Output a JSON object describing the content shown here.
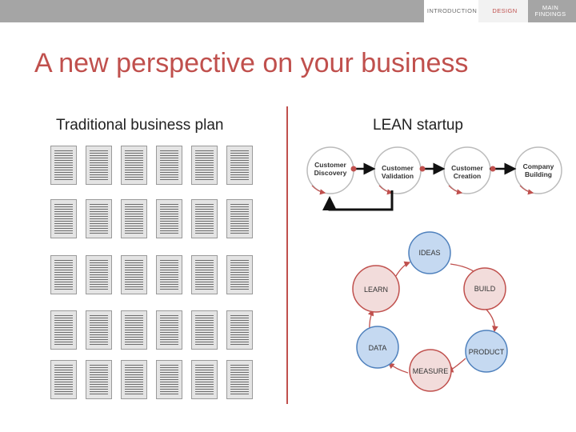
{
  "nav": {
    "intro": "INTRODUCTION",
    "design": "DESIGN",
    "main_line1": "MAIN",
    "main_line2": "FINDINGS"
  },
  "title": "A new perspective on your business",
  "left_heading": "Traditional business plan",
  "right_heading": "LEAN startup",
  "customer_dev": {
    "stages": [
      {
        "line1": "Customer",
        "line2": "Discovery"
      },
      {
        "line1": "Customer",
        "line2": "Validation"
      },
      {
        "line1": "Customer",
        "line2": "Creation"
      },
      {
        "line1": "Company",
        "line2": "Building"
      }
    ]
  },
  "cycle": {
    "nodes": [
      "IDEAS",
      "BUILD",
      "PRODUCT",
      "MEASURE",
      "DATA",
      "LEARN"
    ]
  },
  "colors": {
    "accent": "#c0504d",
    "topbar": "#a5a5a5",
    "red_node": "#f2dcdb",
    "blue_node": "#c5d9f1"
  }
}
